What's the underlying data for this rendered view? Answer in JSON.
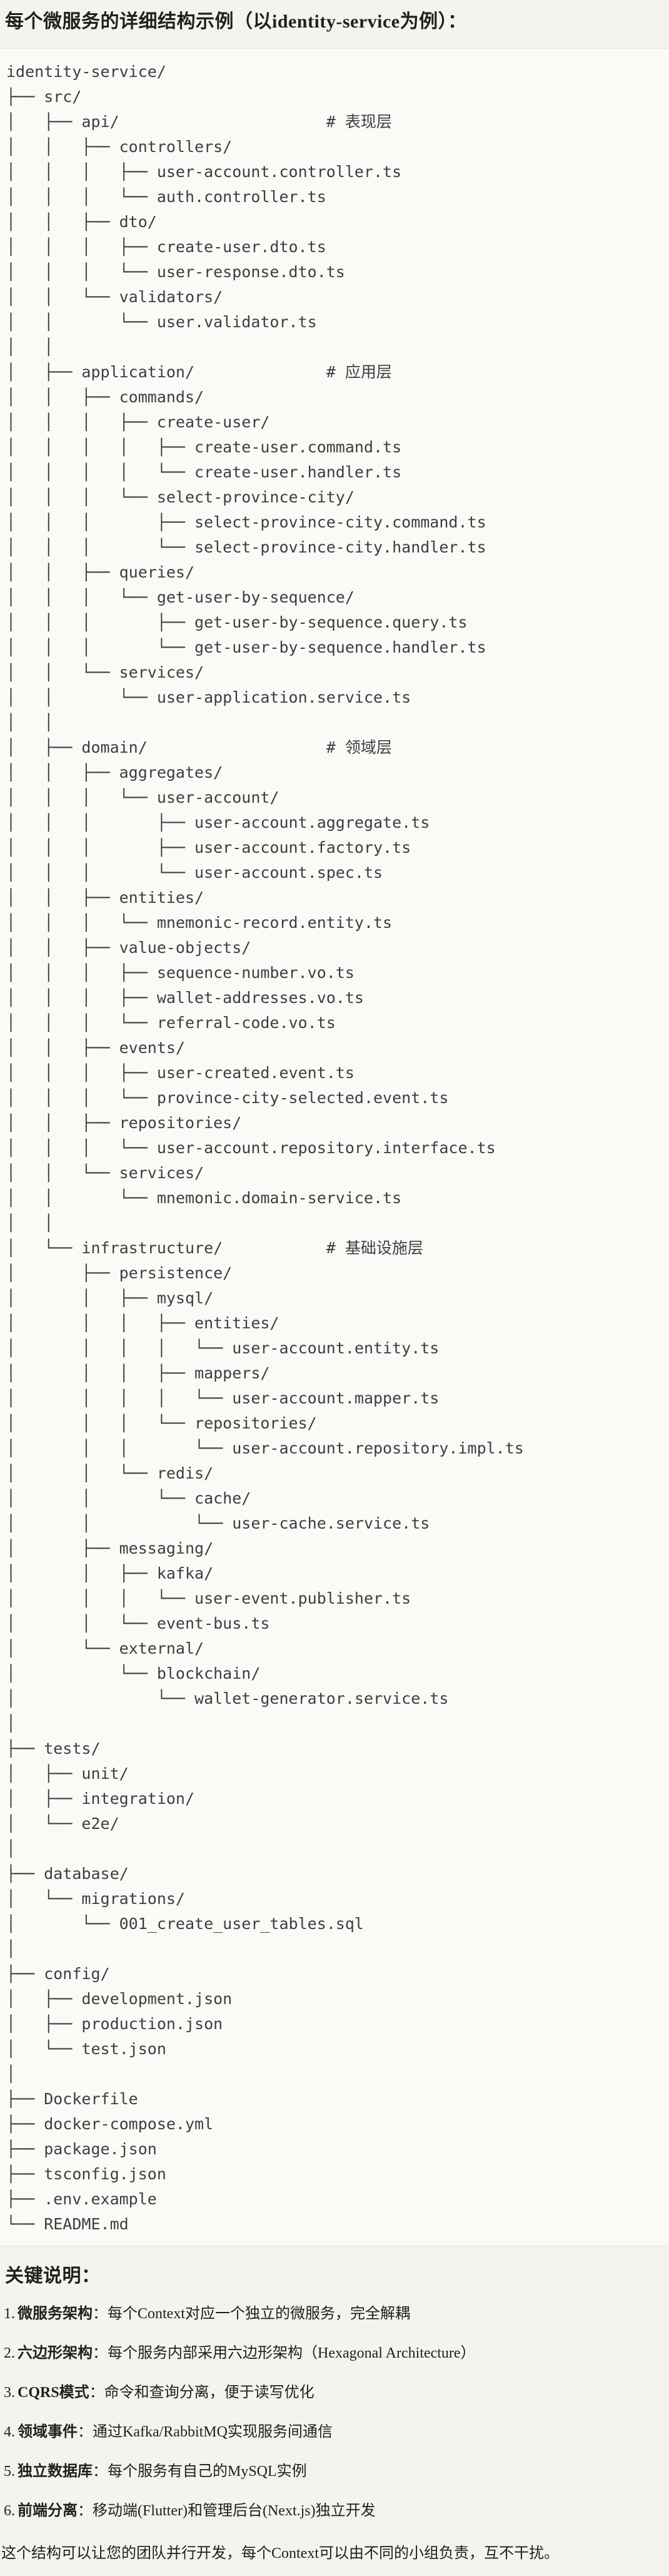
{
  "page": {
    "title": "每个微服务的详细结构示例（以identity-service为例）："
  },
  "tree": {
    "lines": [
      "identity-service/",
      "├── src/",
      "│   ├── api/                      # 表现层",
      "│   │   ├── controllers/",
      "│   │   │   ├── user-account.controller.ts",
      "│   │   │   └── auth.controller.ts",
      "│   │   ├── dto/",
      "│   │   │   ├── create-user.dto.ts",
      "│   │   │   └── user-response.dto.ts",
      "│   │   └── validators/",
      "│   │       └── user.validator.ts",
      "│   │",
      "│   ├── application/              # 应用层",
      "│   │   ├── commands/",
      "│   │   │   ├── create-user/",
      "│   │   │   │   ├── create-user.command.ts",
      "│   │   │   │   └── create-user.handler.ts",
      "│   │   │   └── select-province-city/",
      "│   │   │       ├── select-province-city.command.ts",
      "│   │   │       └── select-province-city.handler.ts",
      "│   │   ├── queries/",
      "│   │   │   └── get-user-by-sequence/",
      "│   │   │       ├── get-user-by-sequence.query.ts",
      "│   │   │       └── get-user-by-sequence.handler.ts",
      "│   │   └── services/",
      "│   │       └── user-application.service.ts",
      "│   │",
      "│   ├── domain/                   # 领域层",
      "│   │   ├── aggregates/",
      "│   │   │   └── user-account/",
      "│   │   │       ├── user-account.aggregate.ts",
      "│   │   │       ├── user-account.factory.ts",
      "│   │   │       └── user-account.spec.ts",
      "│   │   ├── entities/",
      "│   │   │   └── mnemonic-record.entity.ts",
      "│   │   ├── value-objects/",
      "│   │   │   ├── sequence-number.vo.ts",
      "│   │   │   ├── wallet-addresses.vo.ts",
      "│   │   │   └── referral-code.vo.ts",
      "│   │   ├── events/",
      "│   │   │   ├── user-created.event.ts",
      "│   │   │   └── province-city-selected.event.ts",
      "│   │   ├── repositories/",
      "│   │   │   └── user-account.repository.interface.ts",
      "│   │   └── services/",
      "│   │       └── mnemonic.domain-service.ts",
      "│   │",
      "│   └── infrastructure/           # 基础设施层",
      "│       ├── persistence/",
      "│       │   ├── mysql/",
      "│       │   │   ├── entities/",
      "│       │   │   │   └── user-account.entity.ts",
      "│       │   │   ├── mappers/",
      "│       │   │   │   └── user-account.mapper.ts",
      "│       │   │   └── repositories/",
      "│       │   │       └── user-account.repository.impl.ts",
      "│       │   └── redis/",
      "│       │       └── cache/",
      "│       │           └── user-cache.service.ts",
      "│       ├── messaging/",
      "│       │   ├── kafka/",
      "│       │   │   └── user-event.publisher.ts",
      "│       │   └── event-bus.ts",
      "│       └── external/",
      "│           └── blockchain/",
      "│               └── wallet-generator.service.ts",
      "│",
      "├── tests/",
      "│   ├── unit/",
      "│   ├── integration/",
      "│   └── e2e/",
      "│",
      "├── database/",
      "│   └── migrations/",
      "│       └── 001_create_user_tables.sql",
      "│",
      "├── config/",
      "│   ├── development.json",
      "│   ├── production.json",
      "│   └── test.json",
      "│",
      "├── Dockerfile",
      "├── docker-compose.yml",
      "├── package.json",
      "├── tsconfig.json",
      "├── .env.example",
      "└── README.md"
    ]
  },
  "notes": {
    "heading": "关键说明：",
    "items": [
      {
        "num": "1.",
        "label": "微服务架构",
        "text": "：每个Context对应一个独立的微服务，完全解耦"
      },
      {
        "num": "2.",
        "label": "六边形架构",
        "text": "：每个服务内部采用六边形架构（Hexagonal Architecture）"
      },
      {
        "num": "3.",
        "label": "CQRS模式",
        "text": "：命令和查询分离，便于读写优化"
      },
      {
        "num": "4.",
        "label": "领域事件",
        "text": "：通过Kafka/RabbitMQ实现服务间通信"
      },
      {
        "num": "5.",
        "label": "独立数据库",
        "text": "：每个服务有自己的MySQL实例"
      },
      {
        "num": "6.",
        "label": "前端分离",
        "text": "：移动端(Flutter)和管理后台(Next.js)独立开发"
      }
    ],
    "footer": "这个结构可以让您的团队并行开发，每个Context可以由不同的小组负责，互不干扰。"
  },
  "colors": {
    "page_bg": "#f4f3ed",
    "code_bg": "#fbfaf7",
    "code_border": "#e6e4dd",
    "body_text": "#21201d",
    "code_text": "#3b3e42"
  }
}
